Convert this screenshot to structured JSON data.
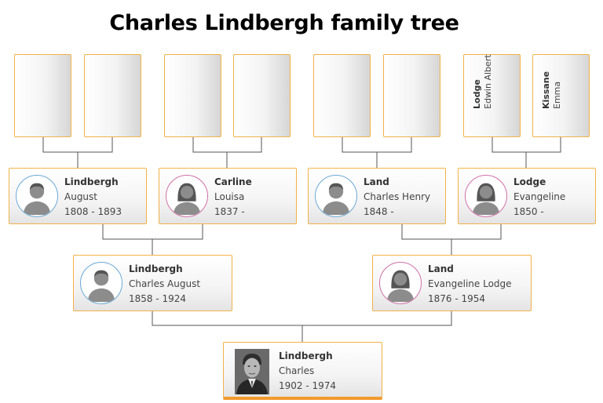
{
  "title": "Charles Lindbergh family tree",
  "great_grandparents": [
    {
      "surname": "",
      "given": ""
    },
    {
      "surname": "",
      "given": ""
    },
    {
      "surname": "",
      "given": ""
    },
    {
      "surname": "",
      "given": ""
    },
    {
      "surname": "",
      "given": ""
    },
    {
      "surname": "",
      "given": ""
    },
    {
      "surname": "Lodge",
      "given": "Edwin Albert"
    },
    {
      "surname": "Kissane",
      "given": "Emma"
    }
  ],
  "grandparents": [
    {
      "surname": "Lindbergh",
      "given": "August",
      "years": "1808 - 1893",
      "gender": "male"
    },
    {
      "surname": "Carline",
      "given": "Louisa",
      "years": "1837 -",
      "gender": "female"
    },
    {
      "surname": "Land",
      "given": "Charles Henry",
      "years": "1848 -",
      "gender": "male"
    },
    {
      "surname": "Lodge",
      "given": "Evangeline",
      "years": "1850 -",
      "gender": "female"
    }
  ],
  "parents": [
    {
      "surname": "Lindbergh",
      "given": "Charles August",
      "years": "1858 - 1924",
      "gender": "male"
    },
    {
      "surname": "Land",
      "given": "Evangeline Lodge",
      "years": "1876 - 1954",
      "gender": "female"
    }
  ],
  "subject": {
    "surname": "Lindbergh",
    "given": "Charles",
    "years": "1902 - 1974"
  },
  "colors": {
    "card_border": "#f2b248",
    "male_ring": "#6aa9d6",
    "female_ring": "#d070a8",
    "connector": "#555555"
  }
}
